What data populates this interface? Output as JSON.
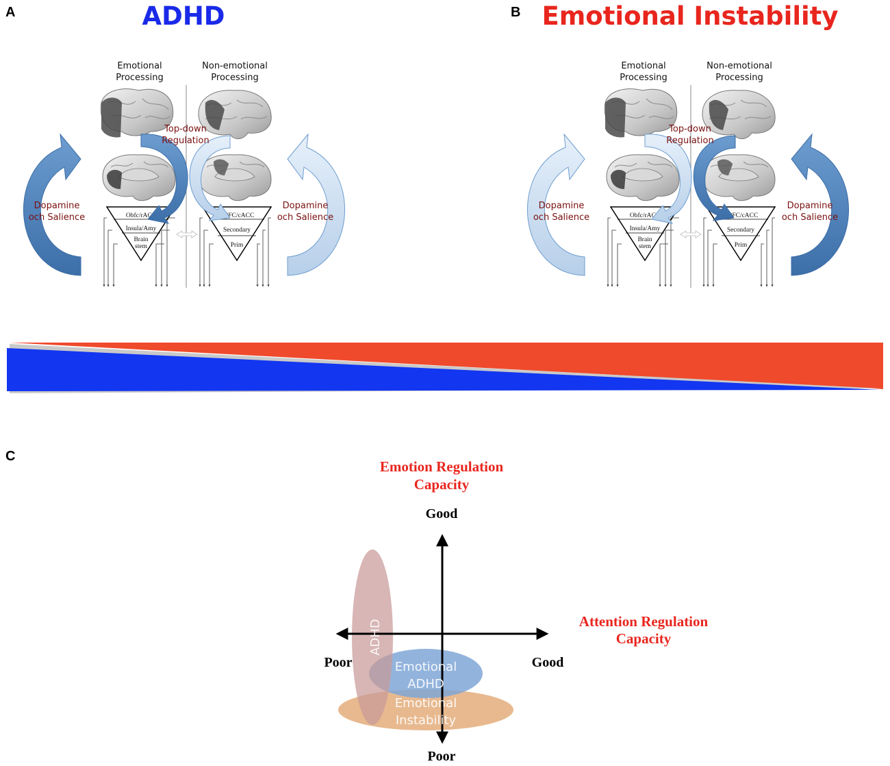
{
  "panels": {
    "a": {
      "letter": "A",
      "title": "ADHD",
      "title_color": "#1a2ae8",
      "emotional_label_1": "Emotional",
      "emotional_label_2": "Processing",
      "nonemotional_label_1": "Non-emotional",
      "nonemotional_label_2": "Processing",
      "topdown_1": "Top-down",
      "topdown_2": "Regulation",
      "dopamine_1": "Dopamine",
      "dopamine_2": "och Salience",
      "left_triangle": [
        "Obfc/rACC",
        "Insula/Amy",
        "Brain",
        "stem"
      ],
      "right_triangle": [
        "dlPFC/cACC",
        "Secondary",
        "Prim"
      ]
    },
    "b": {
      "letter": "B",
      "title": "Emotional Instability",
      "title_color": "#e8261e",
      "emotional_label_1": "Emotional",
      "emotional_label_2": "Processing",
      "nonemotional_label_1": "Non-emotional",
      "nonemotional_label_2": "Processing",
      "topdown_1": "Top-down",
      "topdown_2": "Regulation",
      "dopamine_1": "Dopamine",
      "dopamine_2": "och Salience",
      "left_triangle": [
        "Obfc/rACC",
        "Insula/Amy",
        "Brain",
        "stem"
      ],
      "right_triangle": [
        "dlPFC/cACC",
        "Secondary",
        "Prim"
      ]
    },
    "c": {
      "letter": "C",
      "y_title_1": "Emotion Regulation",
      "y_title_2": "Capacity",
      "x_title_1": "Attention Regulation",
      "x_title_2": "Capacity",
      "y_top": "Good",
      "y_bottom": "Poor",
      "x_left": "Poor",
      "x_right": "Good",
      "ellipse_adhd": "ADHD",
      "ellipse_emotional_adhd_1": "Emotional",
      "ellipse_emotional_adhd_2": "ADHD",
      "ellipse_instability_1": "Emotional",
      "ellipse_instability_2": "Instability"
    }
  },
  "colors": {
    "gradient_blue": "#1336f0",
    "gradient_red": "#ef4a2c",
    "arrow_dark": "#4a7db8",
    "arrow_light": "#c9dcef",
    "adhd_ellipse": "#c89a98",
    "emotional_adhd_ellipse": "#7fa6d6",
    "instability_ellipse": "#e2a873"
  }
}
